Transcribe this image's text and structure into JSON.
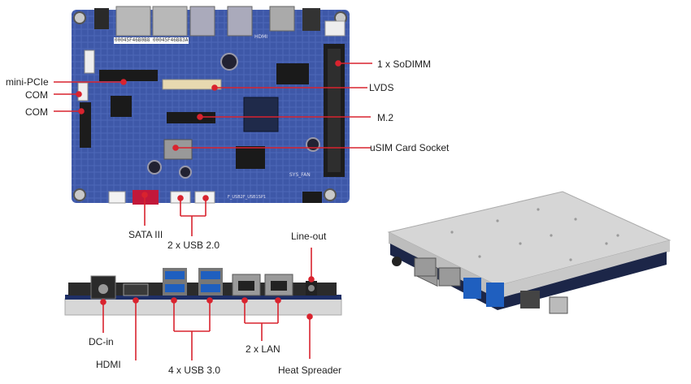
{
  "accent_color": "#d9232e",
  "labels": {
    "mini_pcie": "mini-PCIe",
    "com1": "COM",
    "com2": "COM",
    "sodimm": "1 x SoDIMM",
    "lvds": "LVDS",
    "m2": "M.2",
    "usim": "uSIM Card Socket",
    "sata": "SATA III",
    "usb20": "2 x USB 2.0",
    "line_out": "Line-out",
    "dc_in": "DC-in",
    "hdmi": "HDMI",
    "usb30": "4 x USB 3.0",
    "lan": "2 x LAN",
    "heat_spreader": "Heat Spreader"
  },
  "board_silkscreen": {
    "mac1": "00045F46B0B8",
    "mac2": "00045F46B83A",
    "sys_fan": "SYS_FAN",
    "usb_header": "F_USB2F_USB1SP1",
    "hdmi_mark": "HDMI"
  }
}
